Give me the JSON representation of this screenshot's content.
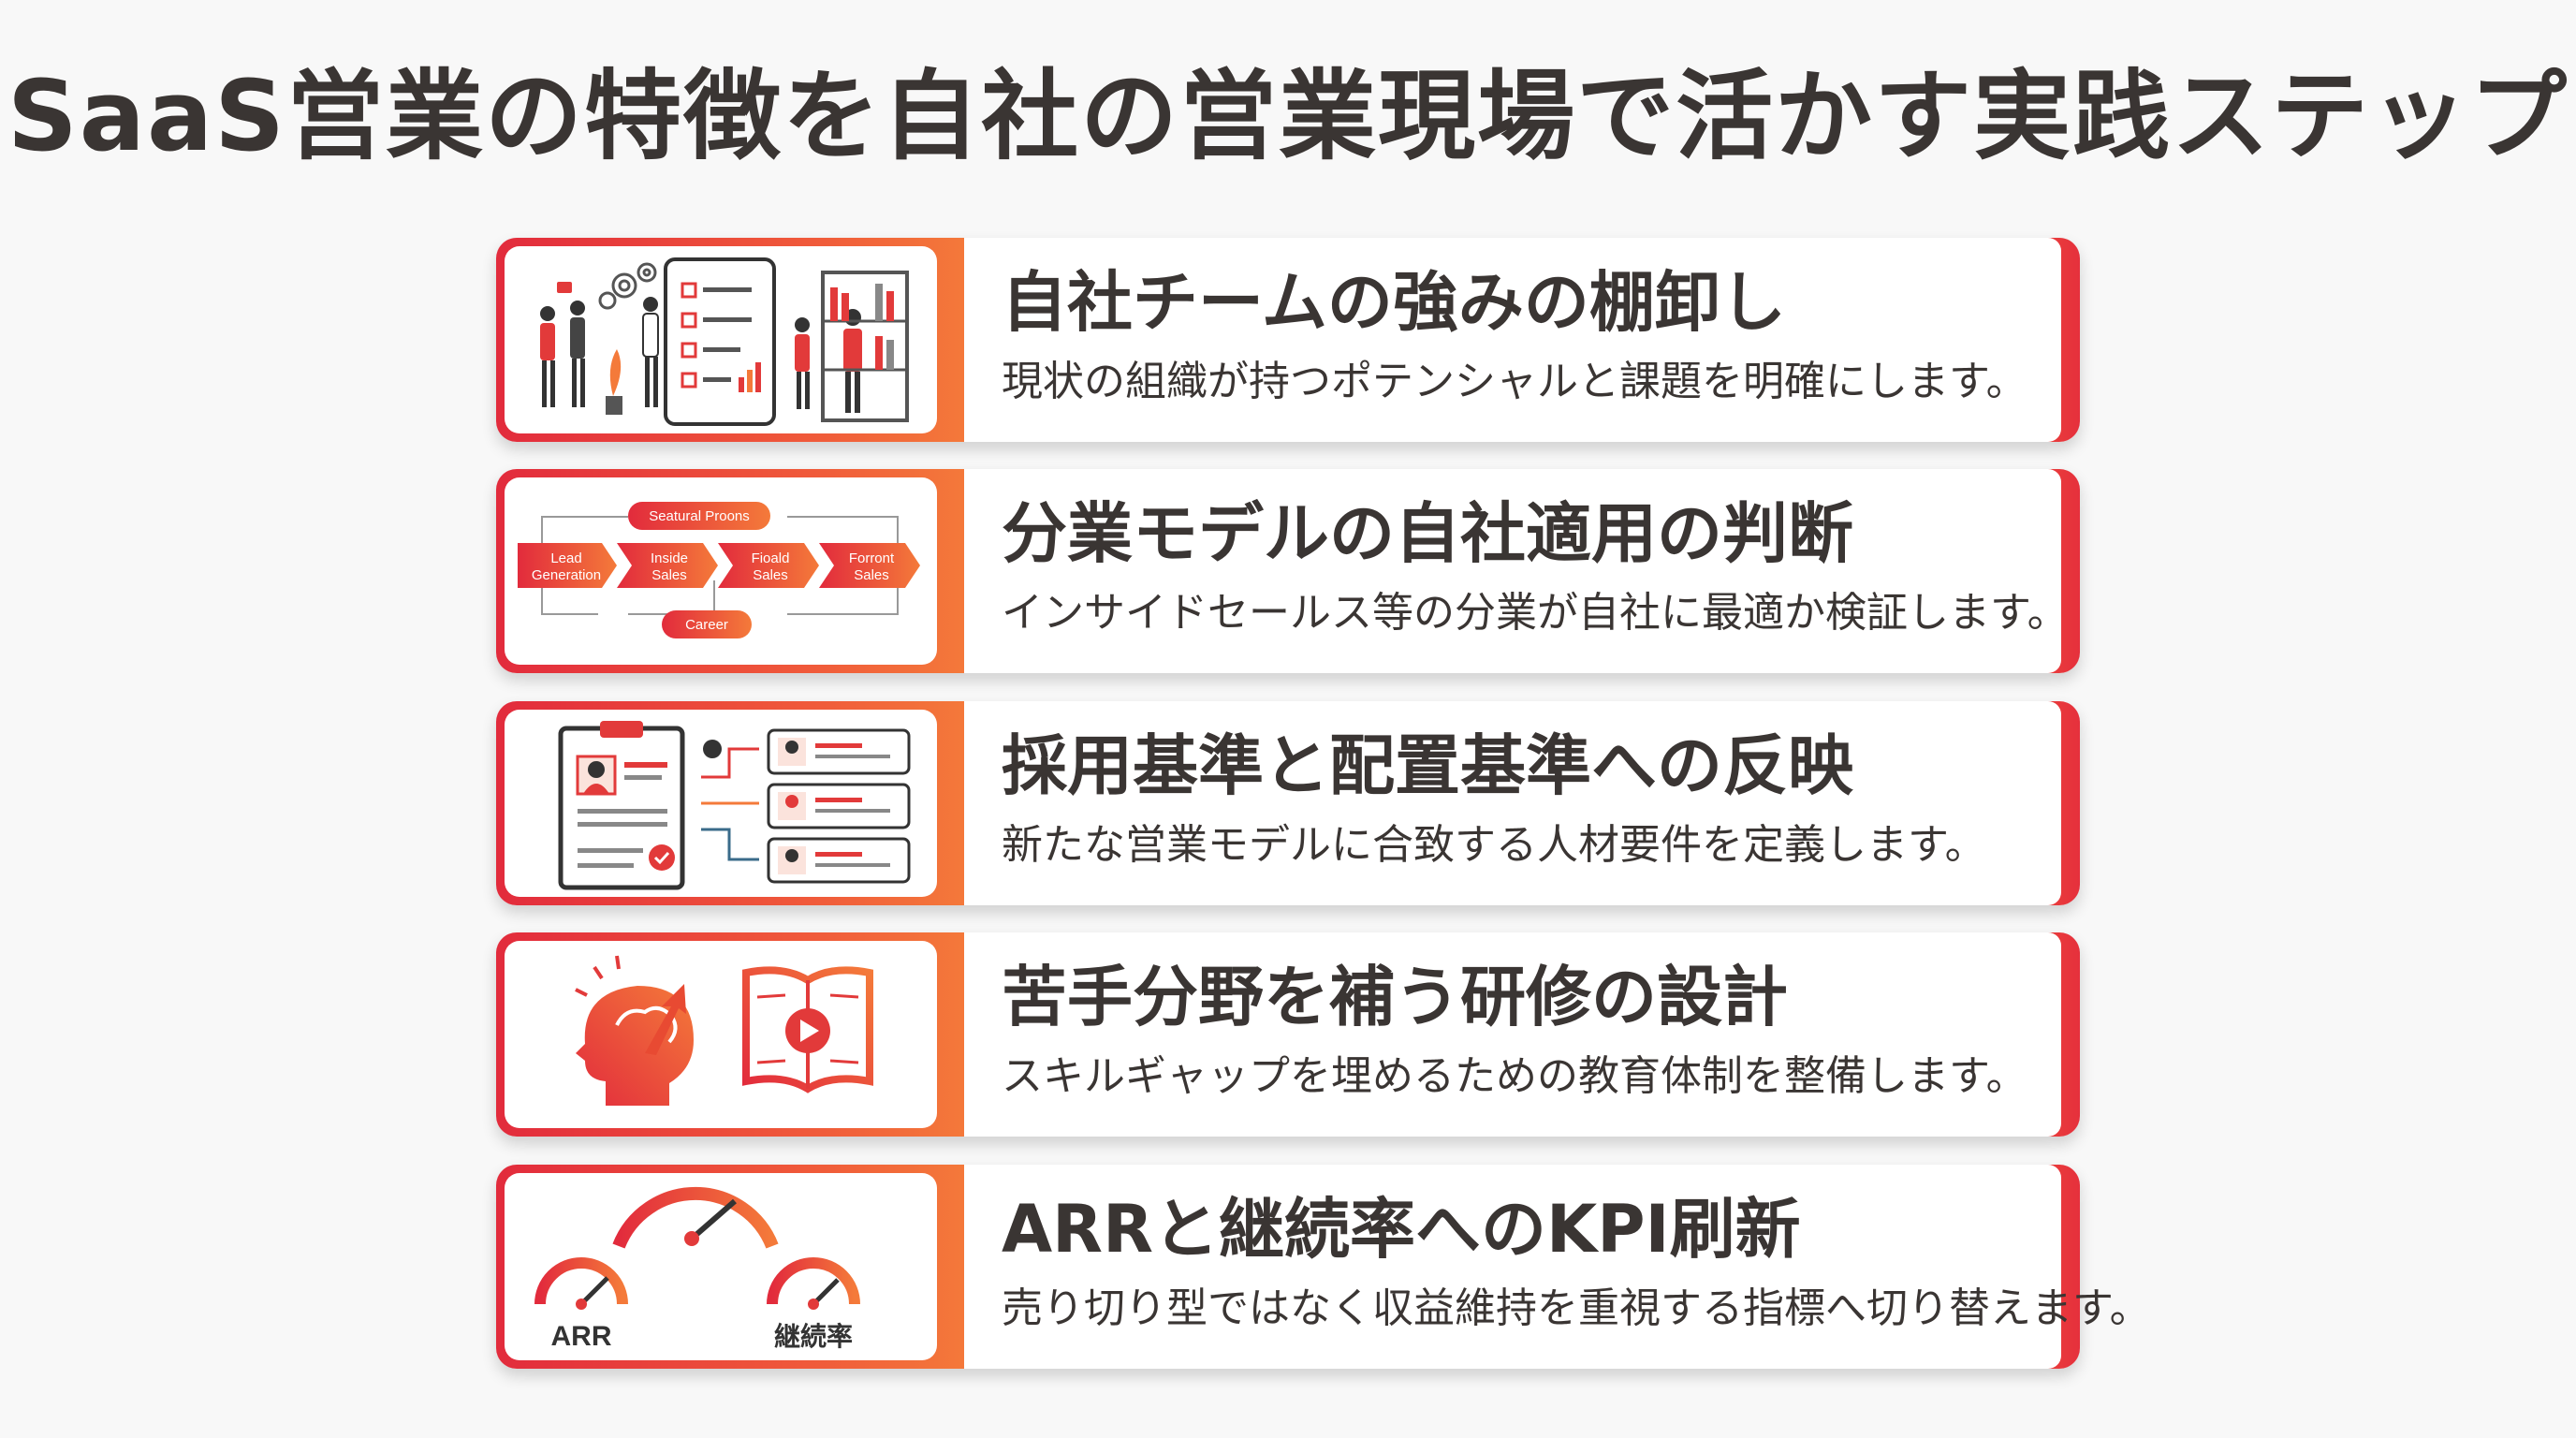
{
  "page": {
    "title": "SaaS営業の特徴を自社の営業現場で活かす実践ステップ"
  },
  "colors": {
    "accent_red": "#e22b3c",
    "accent_orange": "#f47a3a",
    "text_dark": "#3a3533"
  },
  "steps": [
    {
      "heading": "自社チームの強みの棚卸し",
      "description": "現状の組織が持つポテンシャルと課題を明確にします。",
      "illustration": "team-checklist-illustration"
    },
    {
      "heading": "分業モデルの自社適用の判断",
      "description": "インサイドセールス等の分業が自社に最適か検証します。",
      "illustration": "sales-flow-diagram",
      "flow_labels": {
        "top": "Seatural Proons",
        "bottom": "Career",
        "stage1a": "Lead",
        "stage1b": "Generation",
        "stage2a": "Inside",
        "stage2b": "Sales",
        "stage3a": "Fioald",
        "stage3b": "Sales",
        "stage4a": "Forront",
        "stage4b": "Sales"
      }
    },
    {
      "heading": "採用基準と配置基準への反映",
      "description": "新たな営業モデルに合致する人材要件を定義します。",
      "illustration": "resume-assignment-illustration"
    },
    {
      "heading": "苦手分野を補う研修の設計",
      "description": "スキルギャップを埋めるための教育体制を整備します。",
      "illustration": "brain-training-illustration"
    },
    {
      "heading": "ARRと継続率へのKPI刷新",
      "description": "売り切り型ではなく収益維持を重視する指標へ切り替えます。",
      "illustration": "kpi-gauges-illustration",
      "gauge_labels": {
        "left": "ARR",
        "right": "継続率"
      }
    }
  ]
}
